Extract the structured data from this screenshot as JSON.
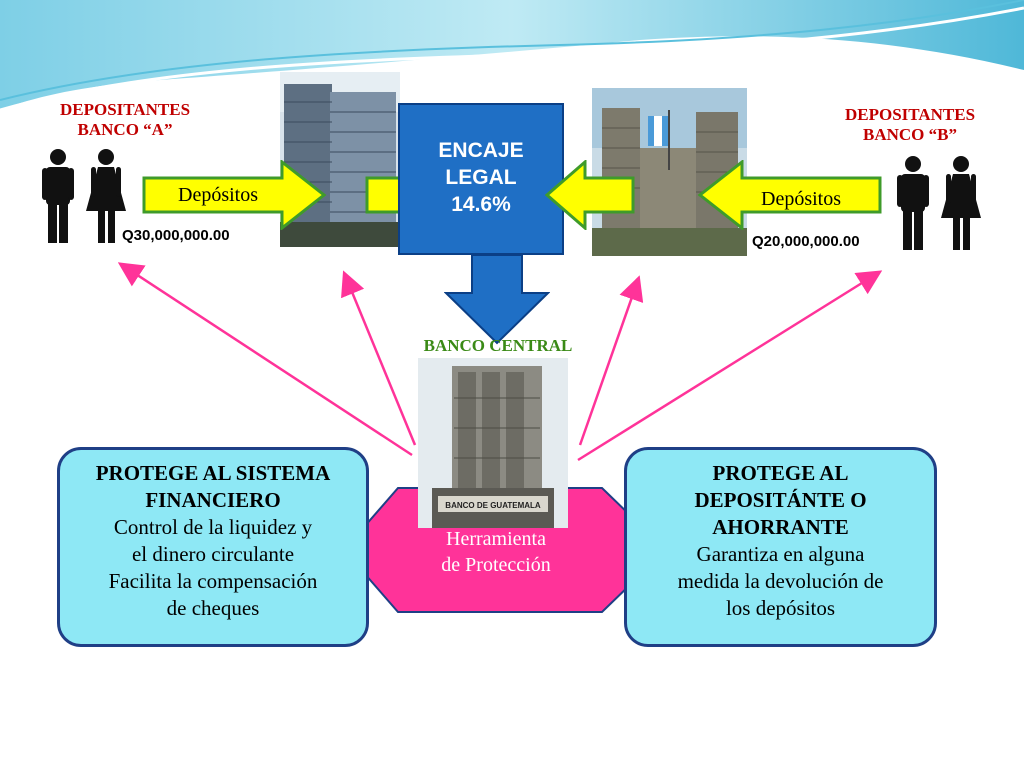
{
  "left_depositors": {
    "title_line1": "DEPOSITANTES",
    "title_line2": "BANCO “A”",
    "amount": "Q30,000,000.00"
  },
  "right_depositors": {
    "title_line1": "DEPOSITANTES",
    "title_line2": "BANCO “B”",
    "amount": "Q20,000,000.00"
  },
  "deposit_label_left": "Depósitos",
  "deposit_label_right": "Depósitos",
  "encaje": {
    "line1": "ENCAJE",
    "line2": "LEGAL",
    "line3": "14.6%"
  },
  "central_bank": {
    "label": "BANCO CENTRAL",
    "sign": "BANCO DE GUATEMALA"
  },
  "tool": {
    "line1": "Herramienta",
    "line2": "de Protección"
  },
  "left_box": {
    "title_line1": "PROTEGE AL SISTEMA",
    "title_line2": "FINANCIERO",
    "line3": "Control de la liquidez y",
    "line4": "el dinero circulante",
    "line5": "Facilita la compensación",
    "line6": "de cheques"
  },
  "right_box": {
    "title_line1": "PROTEGE AL",
    "title_line2": "DEPOSITÁNTE O",
    "title_line3": "AHORRANTE",
    "line4": "Garantiza en alguna",
    "line5": "medida la devolución de",
    "line6": "los depósitos"
  },
  "colors": {
    "accent_blue": "#1f6fc5",
    "cyan_box": "#8ee8f5",
    "pink": "#ff3399",
    "yellow_arrow": "#ffff00",
    "green_arrow": "#3f9b2a",
    "red_title": "#c00000"
  }
}
